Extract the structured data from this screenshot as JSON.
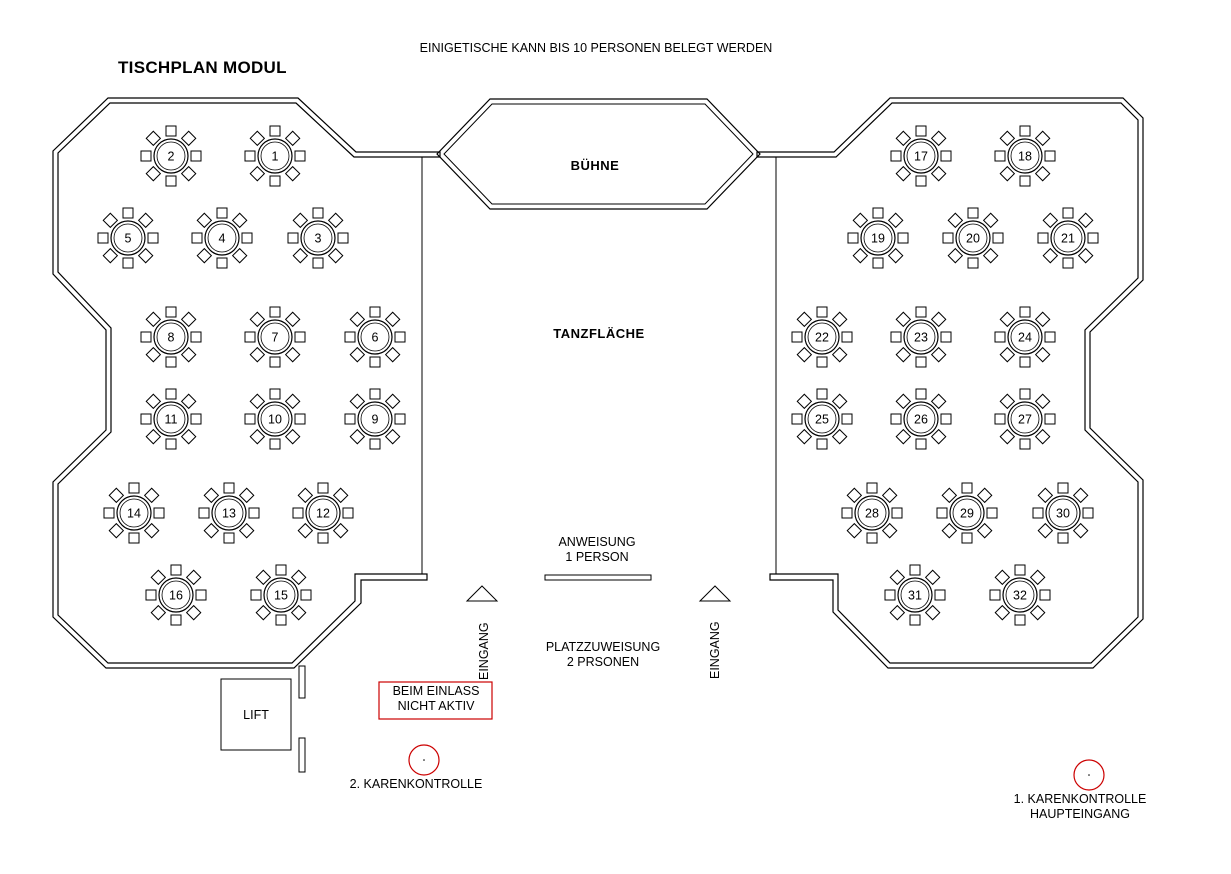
{
  "header": {
    "title": "TISCHPLAN MODUL",
    "note": "EINIGETISCHE KANN BIS 10 PERSONEN BELEGT WERDEN"
  },
  "stage": {
    "label": "BÜHNE"
  },
  "dance_floor": {
    "label": "TANZFLÄCHE"
  },
  "instruction": {
    "line1": "ANWEISUNG",
    "line2": "1 PERSON"
  },
  "seating": {
    "line1": "PLATZZUWEISUNG",
    "line2": "2 PRSONEN"
  },
  "entrances": {
    "left": "EINGANG",
    "right": "EINGANG"
  },
  "lift": {
    "label": "LIFT"
  },
  "inactive_box": {
    "line1": "BEIM EINLASS",
    "line2": "NICHT AKTIV"
  },
  "checkpoints": {
    "second": "2. KARENKONTROLLE",
    "first_line1": "1. KARENKONTROLLE",
    "first_line2": "HAUPTEINGANG"
  },
  "colors": {
    "walls": "#000000",
    "marker": "#cc0000"
  },
  "tables": [
    {
      "n": "1"
    },
    {
      "n": "2"
    },
    {
      "n": "3"
    },
    {
      "n": "4"
    },
    {
      "n": "5"
    },
    {
      "n": "6"
    },
    {
      "n": "7"
    },
    {
      "n": "8"
    },
    {
      "n": "9"
    },
    {
      "n": "10"
    },
    {
      "n": "11"
    },
    {
      "n": "12"
    },
    {
      "n": "13"
    },
    {
      "n": "14"
    },
    {
      "n": "15"
    },
    {
      "n": "16"
    },
    {
      "n": "17"
    },
    {
      "n": "18"
    },
    {
      "n": "19"
    },
    {
      "n": "20"
    },
    {
      "n": "21"
    },
    {
      "n": "22"
    },
    {
      "n": "23"
    },
    {
      "n": "24"
    },
    {
      "n": "25"
    },
    {
      "n": "26"
    },
    {
      "n": "27"
    },
    {
      "n": "28"
    },
    {
      "n": "29"
    },
    {
      "n": "30"
    },
    {
      "n": "31"
    },
    {
      "n": "32"
    }
  ]
}
